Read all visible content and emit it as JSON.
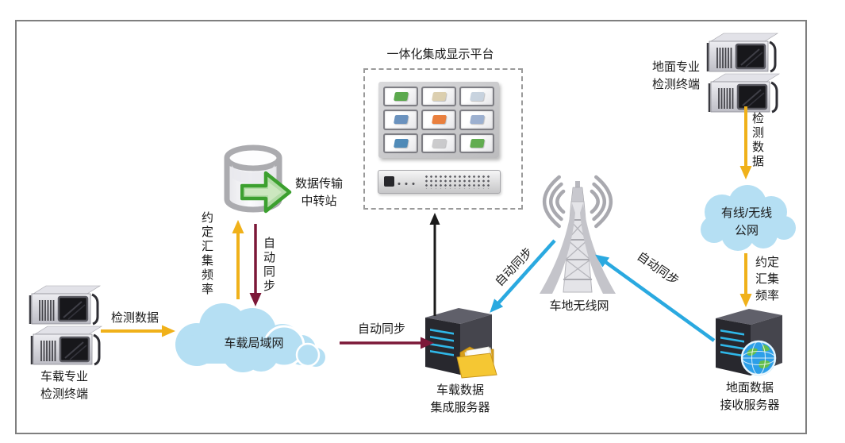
{
  "colors": {
    "detect_data_arrow": "#F0B11A",
    "auto_sync_dark_arrow": "#7C1838",
    "wireless_sync_arrow": "#2AA9E0",
    "display_link_arrow": "#1A1A1A",
    "cloud_fill": "#B5DFF3",
    "relay_arrow_green": "#3CA02F",
    "server_stripe_cyan": "#2FB7E8"
  },
  "platform": {
    "title": "一体化集成显示平台",
    "screen_icon_colors": [
      "#4BA13C",
      "#D9CBA8",
      "#C3CFDC",
      "#5B87B8",
      "#E8732A",
      "#93A9CC",
      "#3E7FB1",
      "#C6C6C8",
      "#52A53F"
    ]
  },
  "relay_station": {
    "label_line1": "数据传输",
    "label_line2": "中转站"
  },
  "vehicle_terminal": {
    "label_line1": "车载专业",
    "label_line2": "检测终端"
  },
  "vehicle_lan_cloud": {
    "label": "车载局域网"
  },
  "vehicle_server": {
    "label_line1": "车载数据",
    "label_line2": "集成服务器"
  },
  "ground_terminal": {
    "label_line1": "地面专业",
    "label_line2": "检测终端"
  },
  "public_network_cloud": {
    "label_line1": "有线/无线",
    "label_line2": "公网"
  },
  "ground_server": {
    "label_line1": "地面数据",
    "label_line2": "接收服务器"
  },
  "wireless_network": {
    "label": "车地无线网"
  },
  "edge_labels": {
    "vehicle_detect_data": "检测数据",
    "vehicle_collect_freq": "约定汇集频率",
    "relay_auto_sync": "自动同步",
    "lan_to_server_sync": "自动同步",
    "tower_to_vehicle_sync": "自动同步",
    "ground_to_tower_sync": "自动同步",
    "ground_detect_data": "检测数据",
    "ground_collect_freq_line1": "约定",
    "ground_collect_freq_line2": "汇集",
    "ground_collect_freq_line3": "频率"
  }
}
